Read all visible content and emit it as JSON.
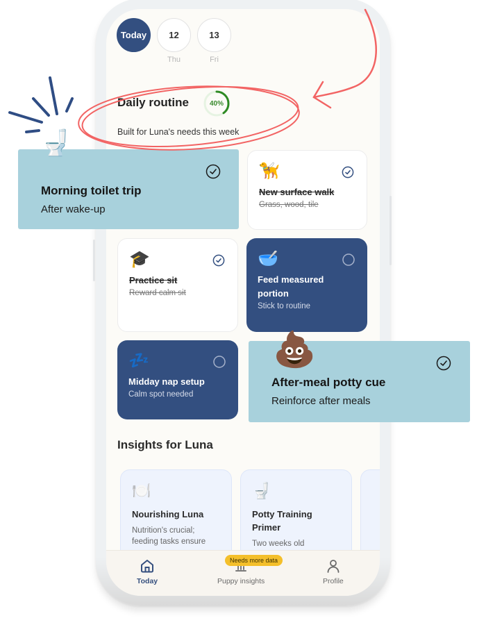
{
  "dates": [
    {
      "label": "Today",
      "day": "",
      "active": true
    },
    {
      "label": "12",
      "day": "Thu",
      "active": false
    },
    {
      "label": "13",
      "day": "Fri",
      "active": false
    }
  ],
  "routine": {
    "title": "Daily routine",
    "progress": "40%",
    "progress_value": 40,
    "subtitle": "Built for Luna's needs this week"
  },
  "tasks": [
    {
      "icon": "🦮",
      "icon_name": "guide-dog-icon",
      "title": "New surface walk",
      "subtitle": "Grass, wood, tile",
      "done": true
    },
    {
      "icon": "🎓",
      "icon_name": "graduation-cap-icon",
      "title": "Practice sit",
      "subtitle": "Reward calm sit",
      "done": true
    },
    {
      "icon": "🥣",
      "icon_name": "bowl-icon",
      "title": "Feed measured portion",
      "subtitle": "Stick to routine",
      "done": false
    },
    {
      "icon": "💤",
      "icon_name": "sleep-zzz-icon",
      "title": "Midday nap setup",
      "subtitle": "Calm spot needed",
      "done": false
    }
  ],
  "callouts": [
    {
      "icon": "🚽",
      "icon_name": "toilet-icon",
      "title": "Morning toilet trip",
      "subtitle": "After wake-up",
      "done": true
    },
    {
      "icon": "💩",
      "icon_name": "poop-icon",
      "title": "After-meal potty cue",
      "subtitle": "Reinforce after meals",
      "done": true
    }
  ],
  "insights": {
    "title": "Insights for Luna",
    "cards": [
      {
        "icon": "🍽️",
        "icon_name": "plate-cutlery-icon",
        "title": "Nourishing Luna",
        "text": "Nutrition's crucial; feeding tasks ensure"
      },
      {
        "icon": "🚽",
        "icon_name": "toilet-icon",
        "title": "Potty Training Primer",
        "text": "Two weeks old"
      }
    ]
  },
  "nav": {
    "items": [
      {
        "label": "Today",
        "icon": "home-icon",
        "active": true
      },
      {
        "label": "Puppy insights",
        "icon": "chart-icon",
        "active": false
      },
      {
        "label": "Profile",
        "icon": "user-icon",
        "active": false
      }
    ],
    "badge": "Needs more data"
  },
  "colors": {
    "navy": "#334f80",
    "callout_bg": "#a8d1dc",
    "annotation_red": "#f26464",
    "progress_green": "#3a8a2e",
    "badge_yellow": "#f4bf2a",
    "screen_bg": "#fcfbf7"
  }
}
